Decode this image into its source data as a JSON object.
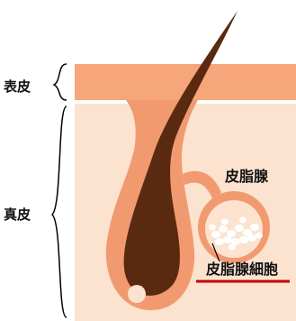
{
  "labels": {
    "epidermis": "表皮",
    "dermis": "真皮",
    "sebaceous_gland": "皮脂腺",
    "sebaceous_cells": "皮脂腺細胞"
  },
  "colors": {
    "epidermis": "#F7A57A",
    "dermis": "#FBE3CF",
    "follicle": "#F29A6F",
    "hair": "#5A2A10",
    "gland_inner": "#FBE3CF",
    "cells": "#FFFFFF",
    "underline": "#C00000",
    "lines": "#000000"
  }
}
